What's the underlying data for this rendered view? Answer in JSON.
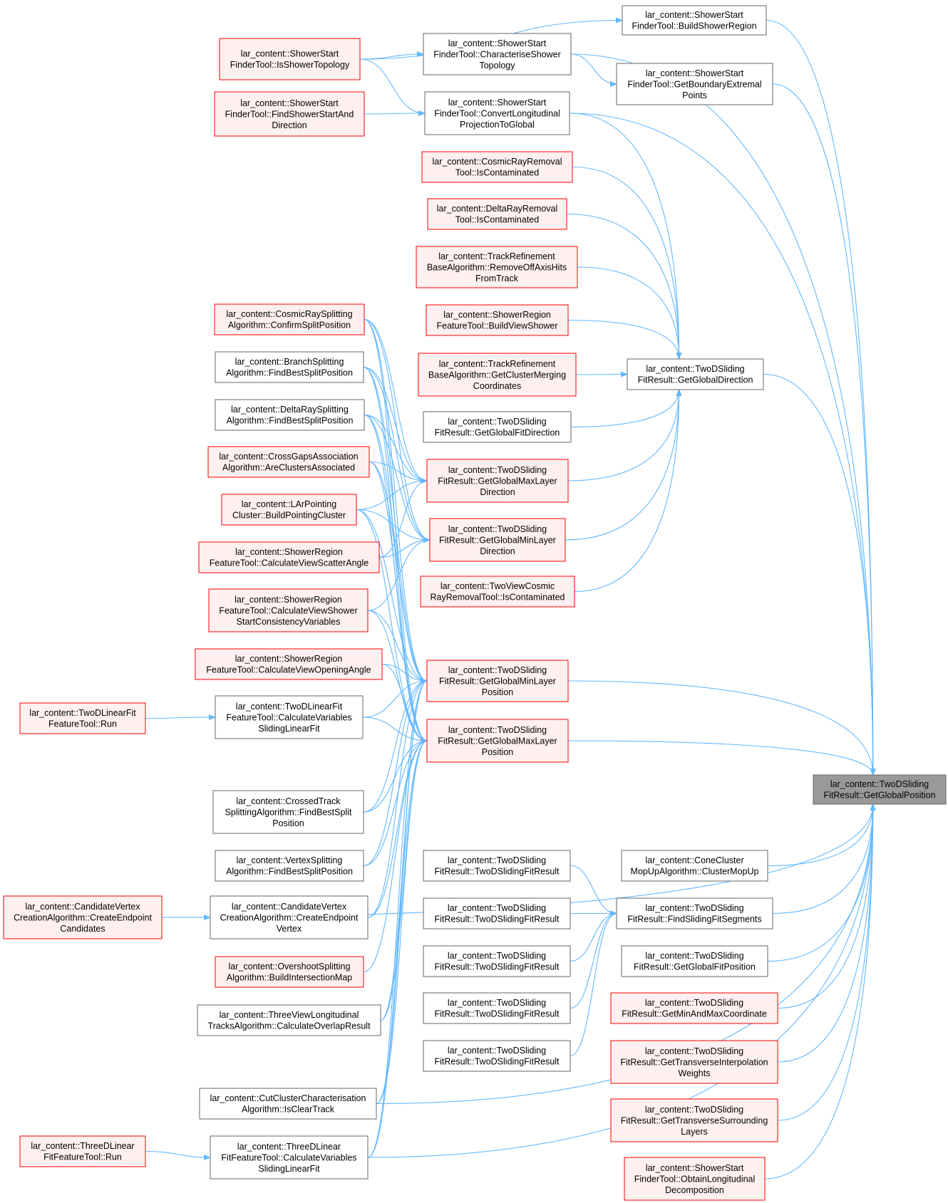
{
  "colors": {
    "edge": "#63b8ff",
    "normal_fill": "#ffffff",
    "normal_stroke": "#666666",
    "red_fill": "#fff0f0",
    "red_stroke": "#ff0000",
    "target_fill": "#999999",
    "target_stroke": "#666666"
  },
  "nodes": {
    "target": {
      "lines": [
        "lar_content::TwoDSliding",
        "FitResult::GetGlobalPosition"
      ],
      "style": "target"
    },
    "buildShowerRegion": {
      "lines": [
        "lar_content::ShowerStart",
        "FinderTool::BuildShowerRegion"
      ],
      "style": "normal"
    },
    "isShowerTopology": {
      "lines": [
        "lar_content::ShowerStart",
        "FinderTool::IsShowerTopology"
      ],
      "style": "red"
    },
    "characteriseShower": {
      "lines": [
        "lar_content::ShowerStart",
        "FinderTool::CharacteriseShower",
        "Topology"
      ],
      "style": "normal"
    },
    "getBoundaryExtremal": {
      "lines": [
        "lar_content::ShowerStart",
        "FinderTool::GetBoundaryExtremal",
        "Points"
      ],
      "style": "normal"
    },
    "findShowerStart": {
      "lines": [
        "lar_content::ShowerStart",
        "FinderTool::FindShowerStartAnd",
        "Direction"
      ],
      "style": "red"
    },
    "convertLongitudinal": {
      "lines": [
        "lar_content::ShowerStart",
        "FinderTool::ConvertLongitudinal",
        "ProjectionToGlobal"
      ],
      "style": "normal"
    },
    "cosmicRayRemoval": {
      "lines": [
        "lar_content::CosmicRayRemoval",
        "Tool::IsContaminated"
      ],
      "style": "red"
    },
    "deltaRayRemoval": {
      "lines": [
        "lar_content::DeltaRayRemoval",
        "Tool::IsContaminated"
      ],
      "style": "red"
    },
    "trackRefRemoveOff": {
      "lines": [
        "lar_content::TrackRefinement",
        "BaseAlgorithm::RemoveOffAxisHits",
        "FromTrack"
      ],
      "style": "red"
    },
    "showerRegionBuildView": {
      "lines": [
        "lar_content::ShowerRegion",
        "FeatureTool::BuildViewShower"
      ],
      "style": "red"
    },
    "trackRefGetCluster": {
      "lines": [
        "lar_content::TrackRefinement",
        "BaseAlgorithm::GetClusterMerging",
        "Coordinates"
      ],
      "style": "red"
    },
    "getGlobalDirection": {
      "lines": [
        "lar_content::TwoDSliding",
        "FitResult::GetGlobalDirection"
      ],
      "style": "normal"
    },
    "getGlobalFitDirection": {
      "lines": [
        "lar_content::TwoDSliding",
        "FitResult::GetGlobalFitDirection"
      ],
      "style": "normal"
    },
    "getGlobalMaxLayerDir": {
      "lines": [
        "lar_content::TwoDSliding",
        "FitResult::GetGlobalMaxLayer",
        "Direction"
      ],
      "style": "red"
    },
    "getGlobalMinLayerDir": {
      "lines": [
        "lar_content::TwoDSliding",
        "FitResult::GetGlobalMinLayer",
        "Direction"
      ],
      "style": "red"
    },
    "twoViewCosmic": {
      "lines": [
        "lar_content::TwoViewCosmic",
        "RayRemovalTool::IsContaminated"
      ],
      "style": "red"
    },
    "cosmicRaySplitting": {
      "lines": [
        "lar_content::CosmicRaySplitting",
        "Algorithm::ConfirmSplitPosition"
      ],
      "style": "red"
    },
    "branchSplitting": {
      "lines": [
        "lar_content::BranchSplitting",
        "Algorithm::FindBestSplitPosition"
      ],
      "style": "normal"
    },
    "deltaRaySplitting": {
      "lines": [
        "lar_content::DeltaRaySplitting",
        "Algorithm::FindBestSplitPosition"
      ],
      "style": "normal"
    },
    "crossGaps": {
      "lines": [
        "lar_content::CrossGapsAssociation",
        "Algorithm::AreClustersAssociated"
      ],
      "style": "red"
    },
    "larPointing": {
      "lines": [
        "lar_content::LArPointing",
        "Cluster::BuildPointingCluster"
      ],
      "style": "red"
    },
    "scatterAngle": {
      "lines": [
        "lar_content::ShowerRegion",
        "FeatureTool::CalculateViewScatterAngle"
      ],
      "style": "red"
    },
    "consistency": {
      "lines": [
        "lar_content::ShowerRegion",
        "FeatureTool::CalculateViewShower",
        "StartConsistencyVariables"
      ],
      "style": "red"
    },
    "openingAngle": {
      "lines": [
        "lar_content::ShowerRegion",
        "FeatureTool::CalculateViewOpeningAngle"
      ],
      "style": "red"
    },
    "getGlobalMinLayerPos": {
      "lines": [
        "lar_content::TwoDSliding",
        "FitResult::GetGlobalMinLayer",
        "Position"
      ],
      "style": "red"
    },
    "twoDLinearFitRun": {
      "lines": [
        "lar_content::TwoDLinearFit",
        "FeatureTool::Run"
      ],
      "style": "red"
    },
    "twoDLinearCalc": {
      "lines": [
        "lar_content::TwoDLinearFit",
        "FeatureTool::CalculateVariables",
        "SlidingLinearFit"
      ],
      "style": "normal"
    },
    "getGlobalMaxLayerPos": {
      "lines": [
        "lar_content::TwoDSliding",
        "FitResult::GetGlobalMaxLayer",
        "Position"
      ],
      "style": "red"
    },
    "crossedTrack": {
      "lines": [
        "lar_content::CrossedTrack",
        "SplittingAlgorithm::FindBestSplit",
        "Position"
      ],
      "style": "normal"
    },
    "vertexSplitting": {
      "lines": [
        "lar_content::VertexSplitting",
        "Algorithm::FindBestSplitPosition"
      ],
      "style": "normal"
    },
    "coneCluster": {
      "lines": [
        "lar_content::ConeCluster",
        "MopUpAlgorithm::ClusterMopUp"
      ],
      "style": "normal"
    },
    "tdsfr1": {
      "lines": [
        "lar_content::TwoDSliding",
        "FitResult::TwoDSlidingFitResult"
      ],
      "style": "normal"
    },
    "candidateEndpointCandidates": {
      "lines": [
        "lar_content::CandidateVertex",
        "CreationAlgorithm::CreateEndpoint",
        "Candidates"
      ],
      "style": "red"
    },
    "candidateEndpointVertex": {
      "lines": [
        "lar_content::CandidateVertex",
        "CreationAlgorithm::CreateEndpoint",
        "Vertex"
      ],
      "style": "normal"
    },
    "findSlidingFitSegments": {
      "lines": [
        "lar_content::TwoDSliding",
        "FitResult::FindSlidingFitSegments"
      ],
      "style": "normal"
    },
    "tdsfr2": {
      "lines": [
        "lar_content::TwoDSliding",
        "FitResult::TwoDSlidingFitResult"
      ],
      "style": "normal"
    },
    "tdsfr3": {
      "lines": [
        "lar_content::TwoDSliding",
        "FitResult::TwoDSlidingFitResult"
      ],
      "style": "normal"
    },
    "getGlobalFitPosition": {
      "lines": [
        "lar_content::TwoDSliding",
        "FitResult::GetGlobalFitPosition"
      ],
      "style": "normal"
    },
    "overshootSplitting": {
      "lines": [
        "lar_content::OvershootSplitting",
        "Algorithm::BuildIntersectionMap"
      ],
      "style": "red"
    },
    "tdsfr4": {
      "lines": [
        "lar_content::TwoDSliding",
        "FitResult::TwoDSlidingFitResult"
      ],
      "style": "normal"
    },
    "getMinAndMax": {
      "lines": [
        "lar_content::TwoDSliding",
        "FitResult::GetMinAndMaxCoordinate"
      ],
      "style": "red"
    },
    "threeViewLongitudinal": {
      "lines": [
        "lar_content::ThreeViewLongitudinal",
        "TracksAlgorithm::CalculateOverlapResult"
      ],
      "style": "normal"
    },
    "tdsfr5": {
      "lines": [
        "lar_content::TwoDSliding",
        "FitResult::TwoDSlidingFitResult"
      ],
      "style": "normal"
    },
    "getTransverseInterp": {
      "lines": [
        "lar_content::TwoDSliding",
        "FitResult::GetTransverseInterpolation",
        "Weights"
      ],
      "style": "red"
    },
    "cutCluster": {
      "lines": [
        "lar_content::CutClusterCharacterisation",
        "Algorithm::IsClearTrack"
      ],
      "style": "normal"
    },
    "getTransverseSurround": {
      "lines": [
        "lar_content::TwoDSliding",
        "FitResult::GetTransverseSurrounding",
        "Layers"
      ],
      "style": "red"
    },
    "threeDLinearRun": {
      "lines": [
        "lar_content::ThreeDLinear",
        "FitFeatureTool::Run"
      ],
      "style": "red"
    },
    "threeDLinearCalc": {
      "lines": [
        "lar_content::ThreeDLinear",
        "FitFeatureTool::CalculateVariables",
        "SlidingLinearFit"
      ],
      "style": "normal"
    },
    "obtainLongitudinal": {
      "lines": [
        "lar_content::ShowerStart",
        "FinderTool::ObtainLongitudinal",
        "Decomposition"
      ],
      "style": "red"
    }
  },
  "edges": [
    [
      "isShowerTopology",
      "buildShowerRegion"
    ],
    [
      "isShowerTopology",
      "characteriseShower"
    ],
    [
      "isShowerTopology",
      "convertLongitudinal"
    ],
    [
      "characteriseShower",
      "getBoundaryExtremal"
    ],
    [
      "findShowerStart",
      "convertLongitudinal"
    ],
    [
      "buildShowerRegion",
      "target"
    ],
    [
      "characteriseShower",
      "target"
    ],
    [
      "getBoundaryExtremal",
      "target"
    ],
    [
      "convertLongitudinal",
      "target"
    ],
    [
      "convertLongitudinal",
      "getGlobalDirection"
    ],
    [
      "cosmicRayRemoval",
      "getGlobalDirection"
    ],
    [
      "deltaRayRemoval",
      "getGlobalDirection"
    ],
    [
      "trackRefRemoveOff",
      "getGlobalDirection"
    ],
    [
      "showerRegionBuildView",
      "getGlobalDirection"
    ],
    [
      "trackRefGetCluster",
      "getGlobalDirection"
    ],
    [
      "getGlobalFitDirection",
      "getGlobalDirection"
    ],
    [
      "getGlobalMaxLayerDir",
      "getGlobalDirection"
    ],
    [
      "getGlobalMinLayerDir",
      "getGlobalDirection"
    ],
    [
      "twoViewCosmic",
      "getGlobalDirection"
    ],
    [
      "getGlobalDirection",
      "target"
    ],
    [
      "cosmicRaySplitting",
      "getGlobalMaxLayerDir"
    ],
    [
      "cosmicRaySplitting",
      "getGlobalMinLayerDir"
    ],
    [
      "cosmicRaySplitting",
      "getGlobalMinLayerPos"
    ],
    [
      "cosmicRaySplitting",
      "getGlobalMaxLayerPos"
    ],
    [
      "branchSplitting",
      "getGlobalMaxLayerDir"
    ],
    [
      "branchSplitting",
      "getGlobalMinLayerDir"
    ],
    [
      "branchSplitting",
      "getGlobalMinLayerPos"
    ],
    [
      "branchSplitting",
      "getGlobalMaxLayerPos"
    ],
    [
      "deltaRaySplitting",
      "getGlobalMaxLayerDir"
    ],
    [
      "deltaRaySplitting",
      "getGlobalMinLayerDir"
    ],
    [
      "deltaRaySplitting",
      "getGlobalMinLayerPos"
    ],
    [
      "deltaRaySplitting",
      "getGlobalMaxLayerPos"
    ],
    [
      "crossGaps",
      "getGlobalMaxLayerDir"
    ],
    [
      "crossGaps",
      "getGlobalMinLayerPos"
    ],
    [
      "crossGaps",
      "getGlobalMaxLayerPos"
    ],
    [
      "larPointing",
      "getGlobalMaxLayerDir"
    ],
    [
      "larPointing",
      "getGlobalMinLayerDir"
    ],
    [
      "larPointing",
      "getGlobalMinLayerPos"
    ],
    [
      "larPointing",
      "getGlobalMaxLayerPos"
    ],
    [
      "scatterAngle",
      "getGlobalMinLayerDir"
    ],
    [
      "scatterAngle",
      "getGlobalMaxLayerDir"
    ],
    [
      "consistency",
      "getGlobalMinLayerDir"
    ],
    [
      "consistency",
      "getGlobalMinLayerPos"
    ],
    [
      "consistency",
      "getGlobalMaxLayerPos"
    ],
    [
      "openingAngle",
      "getGlobalMinLayerPos"
    ],
    [
      "openingAngle",
      "getGlobalMaxLayerPos"
    ],
    [
      "twoDLinearFitRun",
      "twoDLinearCalc"
    ],
    [
      "twoDLinearCalc",
      "getGlobalMinLayerPos"
    ],
    [
      "twoDLinearCalc",
      "getGlobalMaxLayerPos"
    ],
    [
      "crossedTrack",
      "getGlobalMinLayerPos"
    ],
    [
      "crossedTrack",
      "getGlobalMaxLayerPos"
    ],
    [
      "vertexSplitting",
      "getGlobalMinLayerPos"
    ],
    [
      "vertexSplitting",
      "getGlobalMaxLayerPos"
    ],
    [
      "candidateEndpointCandidates",
      "candidateEndpointVertex"
    ],
    [
      "candidateEndpointCandidates",
      "target"
    ],
    [
      "candidateEndpointVertex",
      "getGlobalMinLayerPos"
    ],
    [
      "candidateEndpointVertex",
      "getGlobalMaxLayerPos"
    ],
    [
      "overshootSplitting",
      "getGlobalMaxLayerPos"
    ],
    [
      "threeViewLongitudinal",
      "getGlobalMinLayerPos"
    ],
    [
      "threeViewLongitudinal",
      "getGlobalMaxLayerPos"
    ],
    [
      "cutCluster",
      "getGlobalMinLayerPos"
    ],
    [
      "cutCluster",
      "getGlobalMaxLayerPos"
    ],
    [
      "cutCluster",
      "target"
    ],
    [
      "threeDLinearRun",
      "threeDLinearCalc"
    ],
    [
      "threeDLinearCalc",
      "getGlobalMinLayerPos"
    ],
    [
      "threeDLinearCalc",
      "getGlobalMaxLayerPos"
    ],
    [
      "threeDLinearCalc",
      "target"
    ],
    [
      "getGlobalMinLayerPos",
      "target"
    ],
    [
      "getGlobalMaxLayerPos",
      "target"
    ],
    [
      "coneCluster",
      "target"
    ],
    [
      "tdsfr1",
      "findSlidingFitSegments"
    ],
    [
      "tdsfr2",
      "findSlidingFitSegments"
    ],
    [
      "tdsfr3",
      "findSlidingFitSegments"
    ],
    [
      "tdsfr4",
      "findSlidingFitSegments"
    ],
    [
      "tdsfr5",
      "findSlidingFitSegments"
    ],
    [
      "findSlidingFitSegments",
      "target"
    ],
    [
      "getGlobalFitPosition",
      "target"
    ],
    [
      "getMinAndMax",
      "target"
    ],
    [
      "getTransverseInterp",
      "target"
    ],
    [
      "getTransverseSurround",
      "target"
    ],
    [
      "obtainLongitudinal",
      "target"
    ]
  ]
}
